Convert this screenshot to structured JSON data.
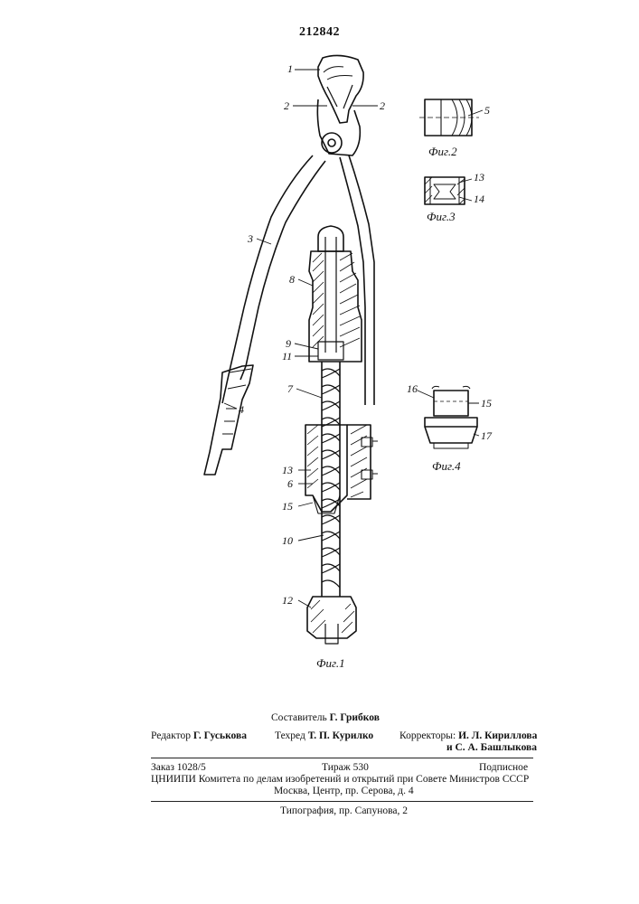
{
  "document": {
    "number": "212842"
  },
  "figures": {
    "fig1": {
      "caption": "Фиг.1"
    },
    "fig2": {
      "caption": "Фиг.2"
    },
    "fig3": {
      "caption": "Фиг.3"
    },
    "fig4": {
      "caption": "Фиг.4"
    }
  },
  "callouts": {
    "c1": "1",
    "c2a": "2",
    "c2b": "2",
    "c3": "3",
    "c4": "4",
    "c5": "5",
    "c6": "6",
    "c7": "7",
    "c8": "8",
    "c9": "9",
    "c10": "10",
    "c11": "11",
    "c12": "12",
    "c13": "13",
    "c13b": "13",
    "c14": "14",
    "c15": "15",
    "c15b": "15",
    "c16": "16",
    "c17": "17"
  },
  "footer": {
    "compiler_label": "Составитель",
    "compiler_name": "Г. Грибков",
    "editor_label": "Редактор",
    "editor_name": "Г. Гуськова",
    "techred_label": "Техред",
    "techred_name": "Т. П. Курилко",
    "correctors_label": "Корректоры:",
    "corrector1": "И. Л. Кириллова",
    "corrector2": "и С. А. Башлыкова",
    "order": "Заказ 1028/5",
    "circulation": "Тираж 530",
    "subscription": "Подписное",
    "institute": "ЦНИИПИ Комитета по делам изобретений и открытий при Совете Министров СССР",
    "address": "Москва, Центр, пр. Серова, д. 4",
    "printing": "Типография, пр. Сапунова, 2"
  }
}
